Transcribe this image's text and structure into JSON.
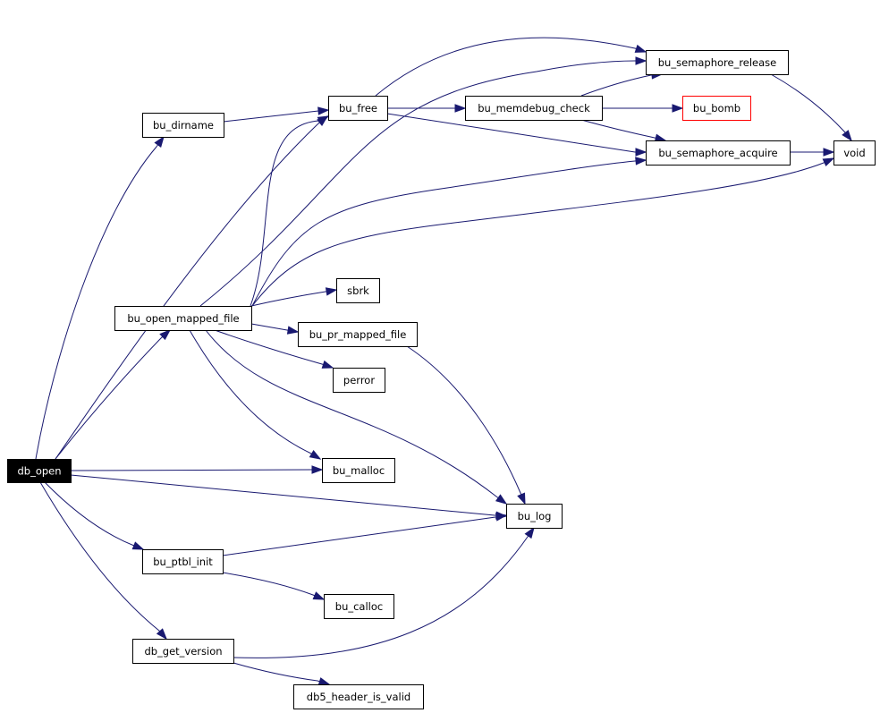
{
  "diagram": {
    "type": "call-graph",
    "colors": {
      "edge": "#191970",
      "root_fill": "#000000",
      "root_text": "#ffffff",
      "highlight_border": "#ff0000",
      "node_border": "#000000"
    },
    "nodes": [
      {
        "id": "db_open",
        "label": "db_open",
        "style": "root"
      },
      {
        "id": "bu_dirname",
        "label": "bu_dirname"
      },
      {
        "id": "bu_free",
        "label": "bu_free"
      },
      {
        "id": "bu_memdebug_check",
        "label": "bu_memdebug_check"
      },
      {
        "id": "bu_semaphore_release",
        "label": "bu_semaphore_release"
      },
      {
        "id": "bu_bomb",
        "label": "bu_bomb",
        "style": "red"
      },
      {
        "id": "bu_semaphore_acquire",
        "label": "bu_semaphore_acquire"
      },
      {
        "id": "void",
        "label": "void"
      },
      {
        "id": "bu_open_mapped_file",
        "label": "bu_open_mapped_file"
      },
      {
        "id": "sbrk",
        "label": "sbrk"
      },
      {
        "id": "bu_pr_mapped_file",
        "label": "bu_pr_mapped_file"
      },
      {
        "id": "perror",
        "label": "perror"
      },
      {
        "id": "bu_malloc",
        "label": "bu_malloc"
      },
      {
        "id": "bu_log",
        "label": "bu_log"
      },
      {
        "id": "bu_ptbl_init",
        "label": "bu_ptbl_init"
      },
      {
        "id": "bu_calloc",
        "label": "bu_calloc"
      },
      {
        "id": "db_get_version",
        "label": "db_get_version"
      },
      {
        "id": "db5_header_is_valid",
        "label": "db5_header_is_valid"
      }
    ],
    "edges": [
      {
        "from": "db_open",
        "to": "bu_dirname"
      },
      {
        "from": "db_open",
        "to": "bu_free"
      },
      {
        "from": "db_open",
        "to": "bu_open_mapped_file"
      },
      {
        "from": "db_open",
        "to": "bu_malloc"
      },
      {
        "from": "db_open",
        "to": "bu_log"
      },
      {
        "from": "db_open",
        "to": "bu_ptbl_init"
      },
      {
        "from": "db_open",
        "to": "db_get_version"
      },
      {
        "from": "bu_dirname",
        "to": "bu_free"
      },
      {
        "from": "bu_free",
        "to": "bu_semaphore_release"
      },
      {
        "from": "bu_free",
        "to": "bu_memdebug_check"
      },
      {
        "from": "bu_free",
        "to": "bu_semaphore_acquire"
      },
      {
        "from": "bu_memdebug_check",
        "to": "bu_semaphore_release"
      },
      {
        "from": "bu_memdebug_check",
        "to": "bu_bomb"
      },
      {
        "from": "bu_memdebug_check",
        "to": "bu_semaphore_acquire"
      },
      {
        "from": "bu_semaphore_release",
        "to": "void"
      },
      {
        "from": "bu_semaphore_acquire",
        "to": "void"
      },
      {
        "from": "bu_open_mapped_file",
        "to": "bu_free"
      },
      {
        "from": "bu_open_mapped_file",
        "to": "bu_semaphore_release"
      },
      {
        "from": "bu_open_mapped_file",
        "to": "bu_semaphore_acquire"
      },
      {
        "from": "bu_open_mapped_file",
        "to": "void"
      },
      {
        "from": "bu_open_mapped_file",
        "to": "sbrk"
      },
      {
        "from": "bu_open_mapped_file",
        "to": "bu_pr_mapped_file"
      },
      {
        "from": "bu_open_mapped_file",
        "to": "perror"
      },
      {
        "from": "bu_open_mapped_file",
        "to": "bu_malloc"
      },
      {
        "from": "bu_open_mapped_file",
        "to": "bu_log"
      },
      {
        "from": "bu_pr_mapped_file",
        "to": "bu_log"
      },
      {
        "from": "bu_ptbl_init",
        "to": "bu_log"
      },
      {
        "from": "bu_ptbl_init",
        "to": "bu_calloc"
      },
      {
        "from": "db_get_version",
        "to": "bu_log"
      },
      {
        "from": "db_get_version",
        "to": "db5_header_is_valid"
      }
    ]
  }
}
